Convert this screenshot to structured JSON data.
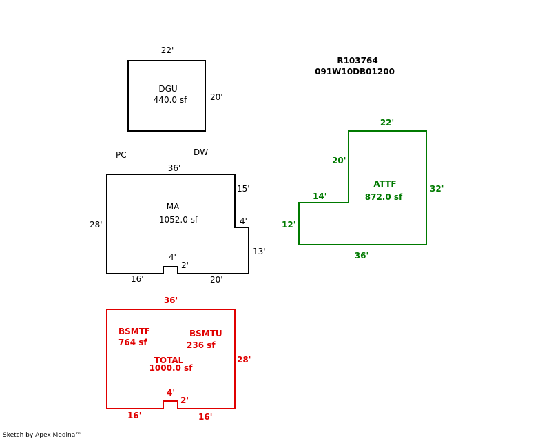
{
  "parcel": {
    "id": "R103764",
    "map_number": "091W10DB01200"
  },
  "colors": {
    "black": "#000000",
    "green": "#007a00",
    "red": "#e00000"
  },
  "sections": {
    "dgu": {
      "code": "DGU",
      "area": "440.0 sf",
      "dim_top": "22'",
      "dim_right": "20'"
    },
    "labels": {
      "pc": "PC",
      "dw": "DW"
    },
    "ma": {
      "code": "MA",
      "area": "1052.0 sf",
      "dim_top": "36'",
      "dim_left": "28'",
      "dim_right_upper": "15'",
      "dim_step": "4'",
      "dim_right_lower": "13'",
      "dim_bottom_left": "16'",
      "dim_bottom_right": "20'",
      "dim_notch_width": "4'",
      "dim_notch_depth": "2'"
    },
    "attf": {
      "code": "ATTF",
      "area": "872.0 sf",
      "dim_top": "22'",
      "dim_upper_left": "20'",
      "dim_step": "14'",
      "dim_lower_left": "12'",
      "dim_bottom": "36'",
      "dim_right": "32'"
    },
    "basement": {
      "bsmtf_code": "BSMTF",
      "bsmtf_area": "764 sf",
      "bsmtu_code": "BSMTU",
      "bsmtu_area": "236 sf",
      "total_label": "TOTAL",
      "total_area": "1000.0 sf",
      "dim_top": "36'",
      "dim_right": "28'",
      "dim_bottom_left": "16'",
      "dim_bottom_right": "16'",
      "dim_notch_width": "4'",
      "dim_notch_depth": "2'"
    }
  },
  "footer": "Sketch by Apex Medina™"
}
